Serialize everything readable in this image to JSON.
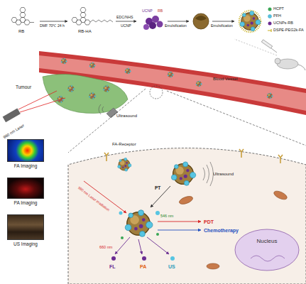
{
  "diagram": {
    "nodes": [
      {
        "text": [
          "FA Imaging"
        ]
      },
      {
        "text": [
          "PA Imaging"
        ]
      },
      {
        "text": [
          "US Imaging"
        ]
      },
      {
        "text": [
          "Nucleus"
        ]
      }
    ],
    "labels": [
      "RB",
      "DMF 70℃ 24 h",
      "RB-HA",
      "EDC/NHS",
      "UCNP",
      "UCNP",
      "RB",
      "Emulsification",
      "Emulsification",
      "Blood Vessel",
      "Tumour",
      "Ultrasound",
      "980 nm Laser",
      "FA-Receptor",
      "PT",
      "Ultrasound",
      "980 nm Laser irradiation",
      "546 nm",
      "660 nm",
      "PDT",
      "Chemotherapy",
      "FL",
      "PA",
      "US"
    ],
    "legend": [
      {
        "text": "HCPT"
      },
      {
        "text": "PFH"
      },
      {
        "text": "UCNPs-RB"
      },
      {
        "text": "DSPE-PEG2k-FA"
      }
    ]
  }
}
